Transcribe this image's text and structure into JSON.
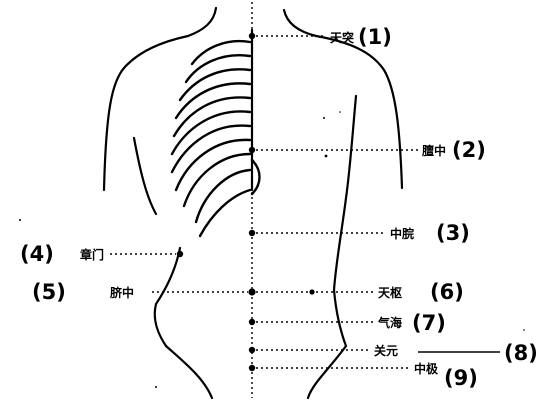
{
  "points": [
    {
      "id": "1",
      "name": "天突",
      "number": "(1)"
    },
    {
      "id": "2",
      "name": "膻中",
      "number": "(2)"
    },
    {
      "id": "3",
      "name": "中脘",
      "number": "(3)"
    },
    {
      "id": "4",
      "name": "章门",
      "number": "(4)"
    },
    {
      "id": "5",
      "name": "脐中",
      "number": "(5)"
    },
    {
      "id": "6",
      "name": "天枢",
      "number": "(6)"
    },
    {
      "id": "7",
      "name": "气海",
      "number": "(7)"
    },
    {
      "id": "8",
      "name": "关元",
      "number": "(8)"
    },
    {
      "id": "9",
      "name": "中极",
      "number": "(9)"
    }
  ]
}
